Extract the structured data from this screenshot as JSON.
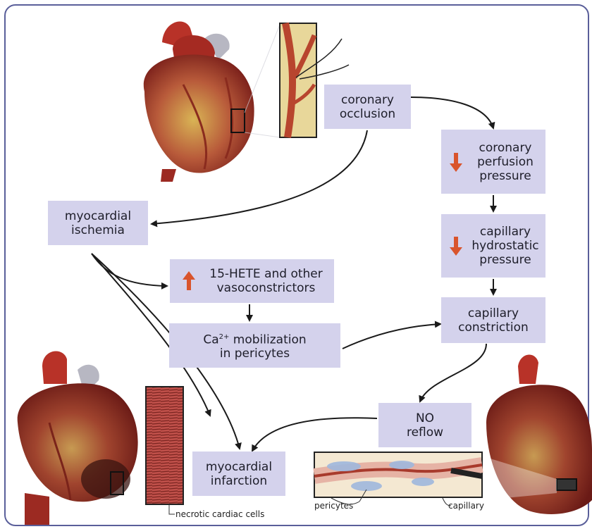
{
  "colors": {
    "frame": "#5a5f9a",
    "box_fill": "#d4d2ec",
    "up_down_arrow": "#d9542c",
    "flow_arrow": "#1a1a1a",
    "heart_red": "#9c2a22",
    "heart_yellow": "#d9b455"
  },
  "icons": {
    "decrease": "red-down-arrow-icon",
    "increase": "red-up-arrow-icon"
  },
  "nodes": {
    "coronary_occlusion": "coronary\nocclusion",
    "coronary_perfusion_pressure": "coronary\nperfusion\npressure",
    "capillary_hydrostatic_pressure": "capillary\nhydrostatic\npressure",
    "capillary_constriction": "capillary\nconstriction",
    "no_reflow": "NO\nreflow",
    "myocardial_ischemia": "myocardial\nischemia",
    "hete_vasoconstrictors": "15-HETE and other\nvasoconstrictors",
    "ca_mobilization_line1_pre": "Ca",
    "ca_superscript": "2+",
    "ca_mobilization_line1_post": " mobilization",
    "ca_mobilization_line2": "in pericytes",
    "myocardial_infarction": "myocardial\ninfarction"
  },
  "labels": {
    "necrotic_cells": "necrotic cardiac cells",
    "pericytes": "pericytes",
    "capillary": "capillary"
  }
}
